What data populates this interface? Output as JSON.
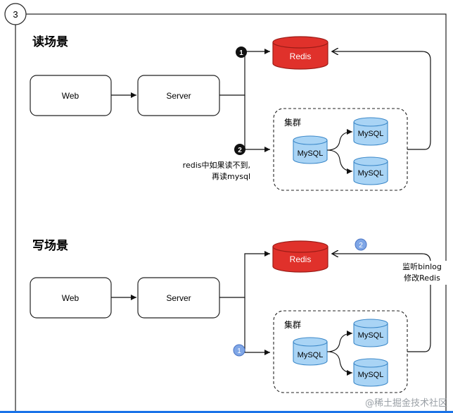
{
  "frame": {
    "step_number": "3"
  },
  "read_scene": {
    "title": "读场景",
    "web": "Web",
    "server": "Server",
    "redis": "Redis",
    "step1": "1",
    "step2": "2",
    "note_line1": "redis中如果读不到,",
    "note_line2": "再读mysql",
    "cluster_label": "集群",
    "mysql_main": "MySQL",
    "mysql_top": "MySQL",
    "mysql_bottom": "MySQL"
  },
  "write_scene": {
    "title": "写场景",
    "web": "Web",
    "server": "Server",
    "redis": "Redis",
    "step1": "1",
    "step2": "2",
    "note_line1": "监听binlog",
    "note_line2": "修改Redis",
    "cluster_label": "集群",
    "mysql_main": "MySQL",
    "mysql_top": "MySQL",
    "mysql_bottom": "MySQL"
  },
  "watermark": "@稀土掘金技术社区",
  "colors": {
    "redis_fill": "#e0312b",
    "mysql_fill": "#a9d4f5",
    "mysql_stroke": "#3a87c8",
    "step_dark": "#111111",
    "step_blue": "#7fa6e6"
  }
}
